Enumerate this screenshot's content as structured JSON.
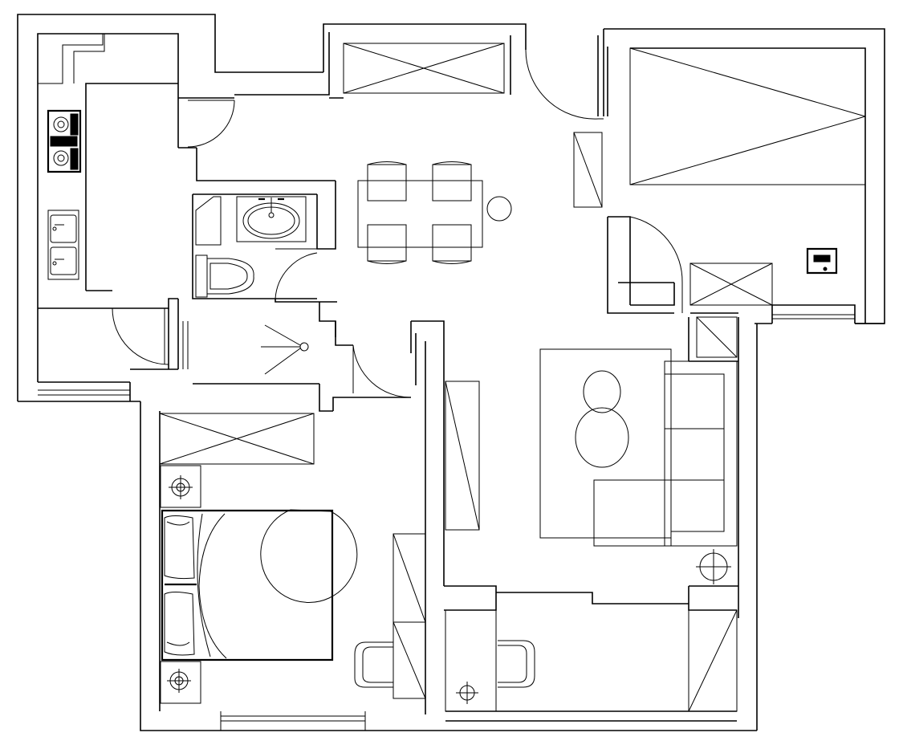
{
  "plan": {
    "type": "architectural-floor-plan",
    "line_color": "#000000",
    "background_color": "#ffffff",
    "rooms": [
      "kitchen",
      "bathroom",
      "dining-area",
      "living-room",
      "master-bedroom",
      "second-bedroom",
      "study"
    ]
  }
}
